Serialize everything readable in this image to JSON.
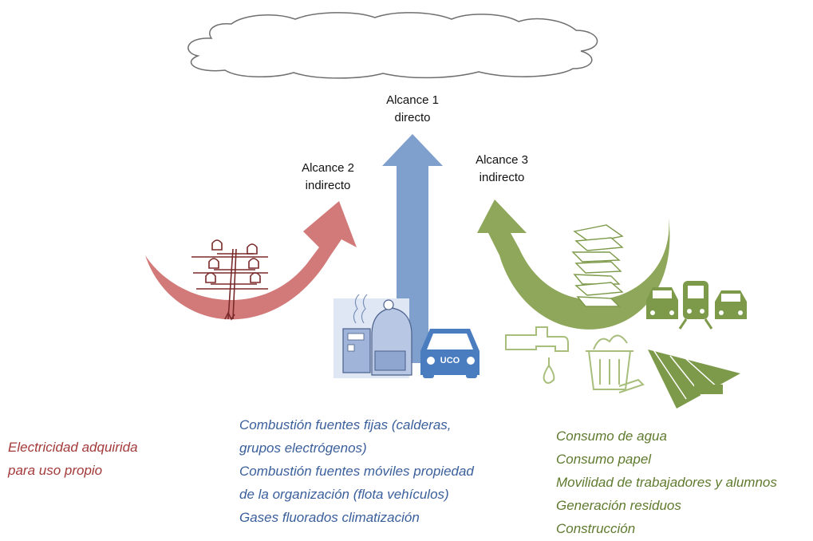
{
  "colors": {
    "scope1": "#7f9fcc",
    "scope2": "#d27a7a",
    "scope3": "#8fa75a",
    "scope1_text": "#3a5f9b",
    "scope2_text": "#a33a3a",
    "scope3_text": "#5f7a2e"
  },
  "scope1": {
    "title": "Alcance 1",
    "subtitle": "directo",
    "car_badge": "UCO",
    "items": [
      "Combustión fuentes fijas (calderas,",
      "grupos electrógenos)",
      "Combustión fuentes móviles propiedad",
      "de la organización (flota vehículos)",
      "Gases fluorados climatización"
    ]
  },
  "scope2": {
    "title": "Alcance 2",
    "subtitle": "indirecto",
    "items": [
      "Electricidad adquirida",
      "para uso propio"
    ]
  },
  "scope3": {
    "title": "Alcance 3",
    "subtitle": "indirecto",
    "items": [
      "Consumo de agua",
      "Consumo papel",
      "Movilidad de trabajadores y alumnos",
      "Generación residuos",
      "Construcción"
    ]
  },
  "icons": {
    "cloud": "cloud-icon",
    "power_pole": "power-pole-icon",
    "boiler": "boiler-icon",
    "car": "car-icon",
    "papers": "paper-stack-icon",
    "train": "train-icon",
    "tap": "water-tap-icon",
    "bin": "trash-bin-icon",
    "crane": "crane-icon"
  }
}
